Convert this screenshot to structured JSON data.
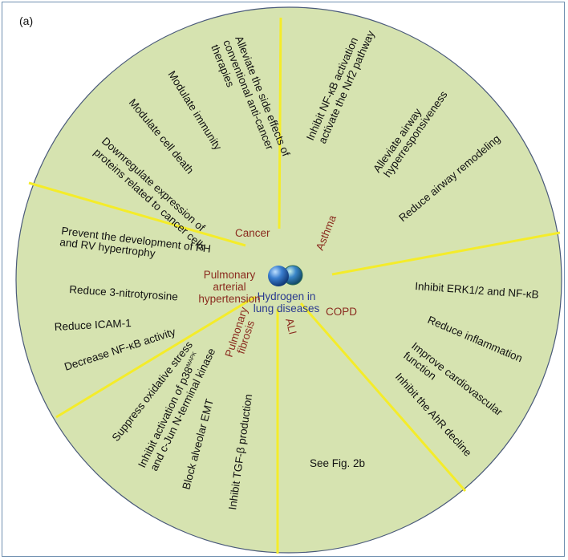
{
  "panel_label": "(a)",
  "center": {
    "line1": "Hydrogen in",
    "line2": "lung diseases"
  },
  "colors": {
    "disk": "#d6e3b0",
    "divider": "#f4ec2a",
    "category": "#8a2b1f",
    "center_text": "#2a3a8f",
    "frame": "#6f8fb0"
  },
  "categories": {
    "cancer": "Cancer",
    "asthma": "Asthma",
    "copd": "COPD",
    "ali": "ALI",
    "pf1": "Pulmonary",
    "pf2": "fibrosis",
    "pah1": "Pulmonary",
    "pah2": "arterial",
    "pah3": "hypertension"
  },
  "cancer_items": {
    "i1_l1": "Alleviate the side effects of",
    "i1_l2": "conventional anti-cancer",
    "i1_l3": "therapies",
    "i2": "Modulate immunity",
    "i3": "Modulate cell death",
    "i4_l1": "Downregulate expression of",
    "i4_l2": "proteins related to cancer cells"
  },
  "asthma_items": {
    "i1_l1": "Inhibit NF-κB activation",
    "i1_l2": "activate the Nrf2 pathway",
    "i2_l1": "Alleviate airway",
    "i2_l2": "hyperresponsiveness",
    "i3": "Reduce airway remodeling"
  },
  "copd_items": {
    "i1": "Inhibit ERK1/2 and NF-κB",
    "i2": "Reduce inflammation",
    "i3_l1": "Improve cardiovascular",
    "i3_l2": "function",
    "i4": "Inhibit the AhR decline"
  },
  "ali_items": {
    "i1": "See Fig. 2b"
  },
  "pf_items": {
    "i1": "Suppress oxidative stress",
    "i2_l1a": "Inhibit activation of p38",
    "i2_sup": "MAPK",
    "i2_l2": "and c-Jun N-terminal kinase",
    "i3": "Block alveolar EMT",
    "i4": "Inhibit TGF-β production"
  },
  "pah_items": {
    "i1_l1": "Prevent the development of PH",
    "i1_l2": "and RV hypertrophy",
    "i2": "Reduce 3-nitrotyrosine",
    "i3": "Reduce ICAM-1",
    "i4": "Decrease NF-κB activity"
  }
}
